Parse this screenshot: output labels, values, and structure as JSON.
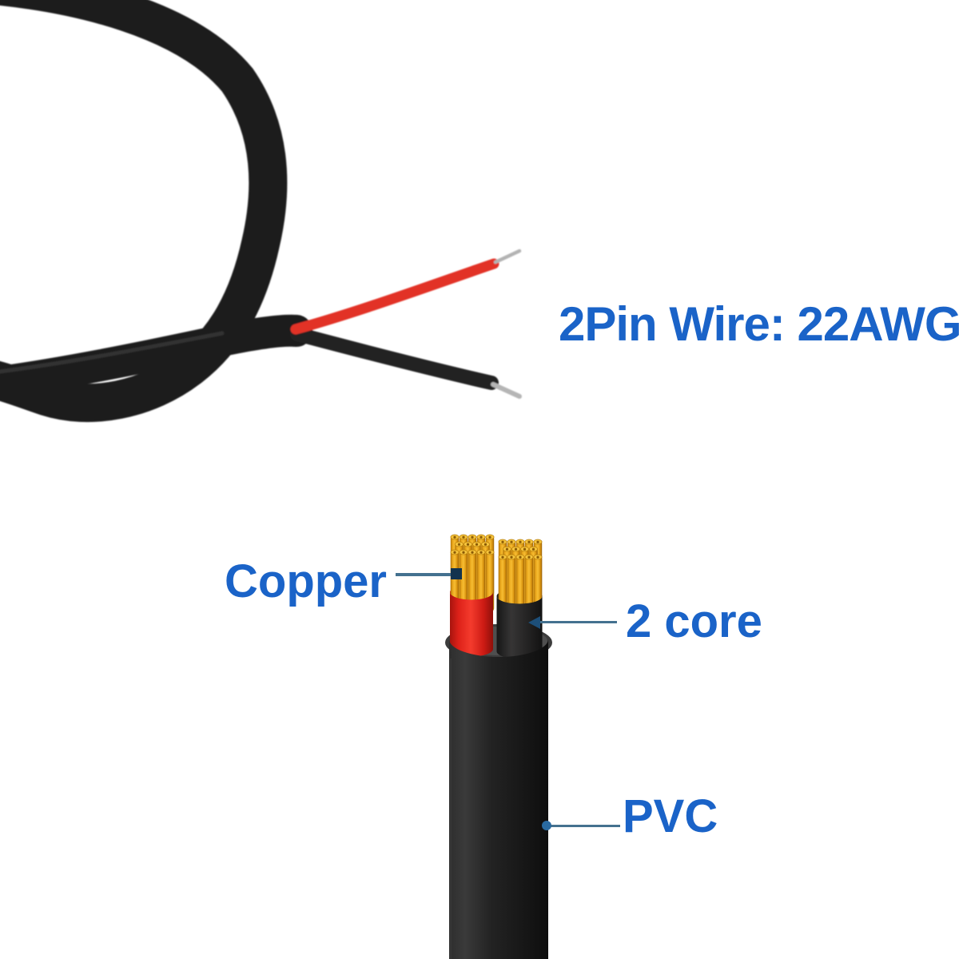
{
  "title": {
    "text": "2Pin Wire: 22AWG"
  },
  "callouts": {
    "copper": {
      "label": "Copper"
    },
    "core": {
      "label": "2 core"
    },
    "pvc": {
      "label": "PVC"
    }
  },
  "colors": {
    "background": "#ffffff",
    "label_blue": "#1a63c8",
    "leader_line": "#44718f",
    "leader_dark": "#27506e",
    "wire_red": "#e23128",
    "copper_yellow": "#f2b02c",
    "jacket_black": "#1c1c1c"
  }
}
